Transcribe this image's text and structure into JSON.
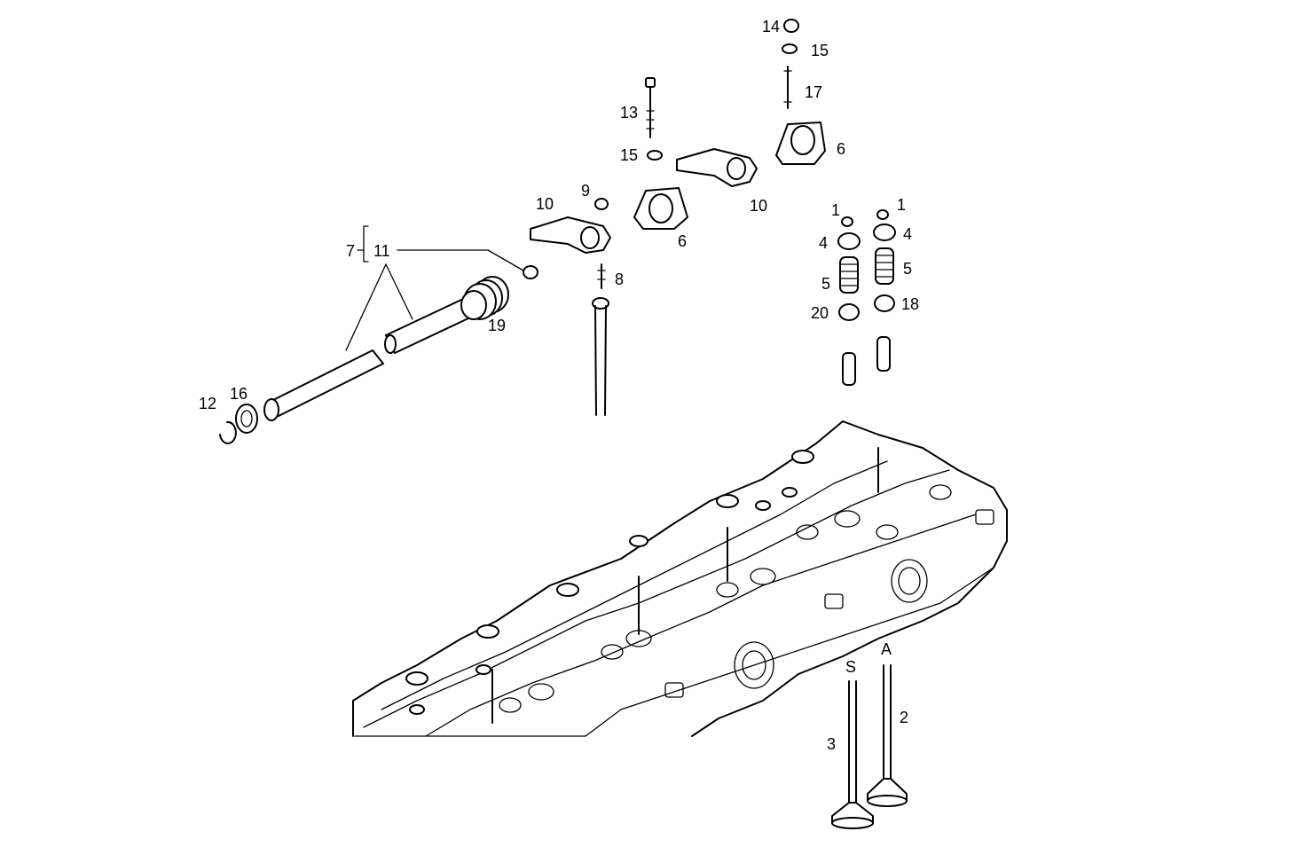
{
  "callouts": {
    "c1_left": "1",
    "c1_right": "1",
    "c2": "2",
    "c3": "3",
    "c4_left": "4",
    "c4_right": "4",
    "c5_left": "5",
    "c5_right": "5",
    "c6_upper": "6",
    "c6_lower": "6",
    "c7": "7",
    "c8": "8",
    "c9": "9",
    "c10_left": "10",
    "c10_right": "10",
    "c11": "11",
    "c12": "12",
    "c13": "13",
    "c14": "14",
    "c15_upper": "15",
    "c15_lower": "15",
    "c16": "16",
    "c17": "17",
    "c18": "18",
    "c19": "19",
    "c20": "20",
    "valve_S": "S",
    "valve_A": "A"
  }
}
